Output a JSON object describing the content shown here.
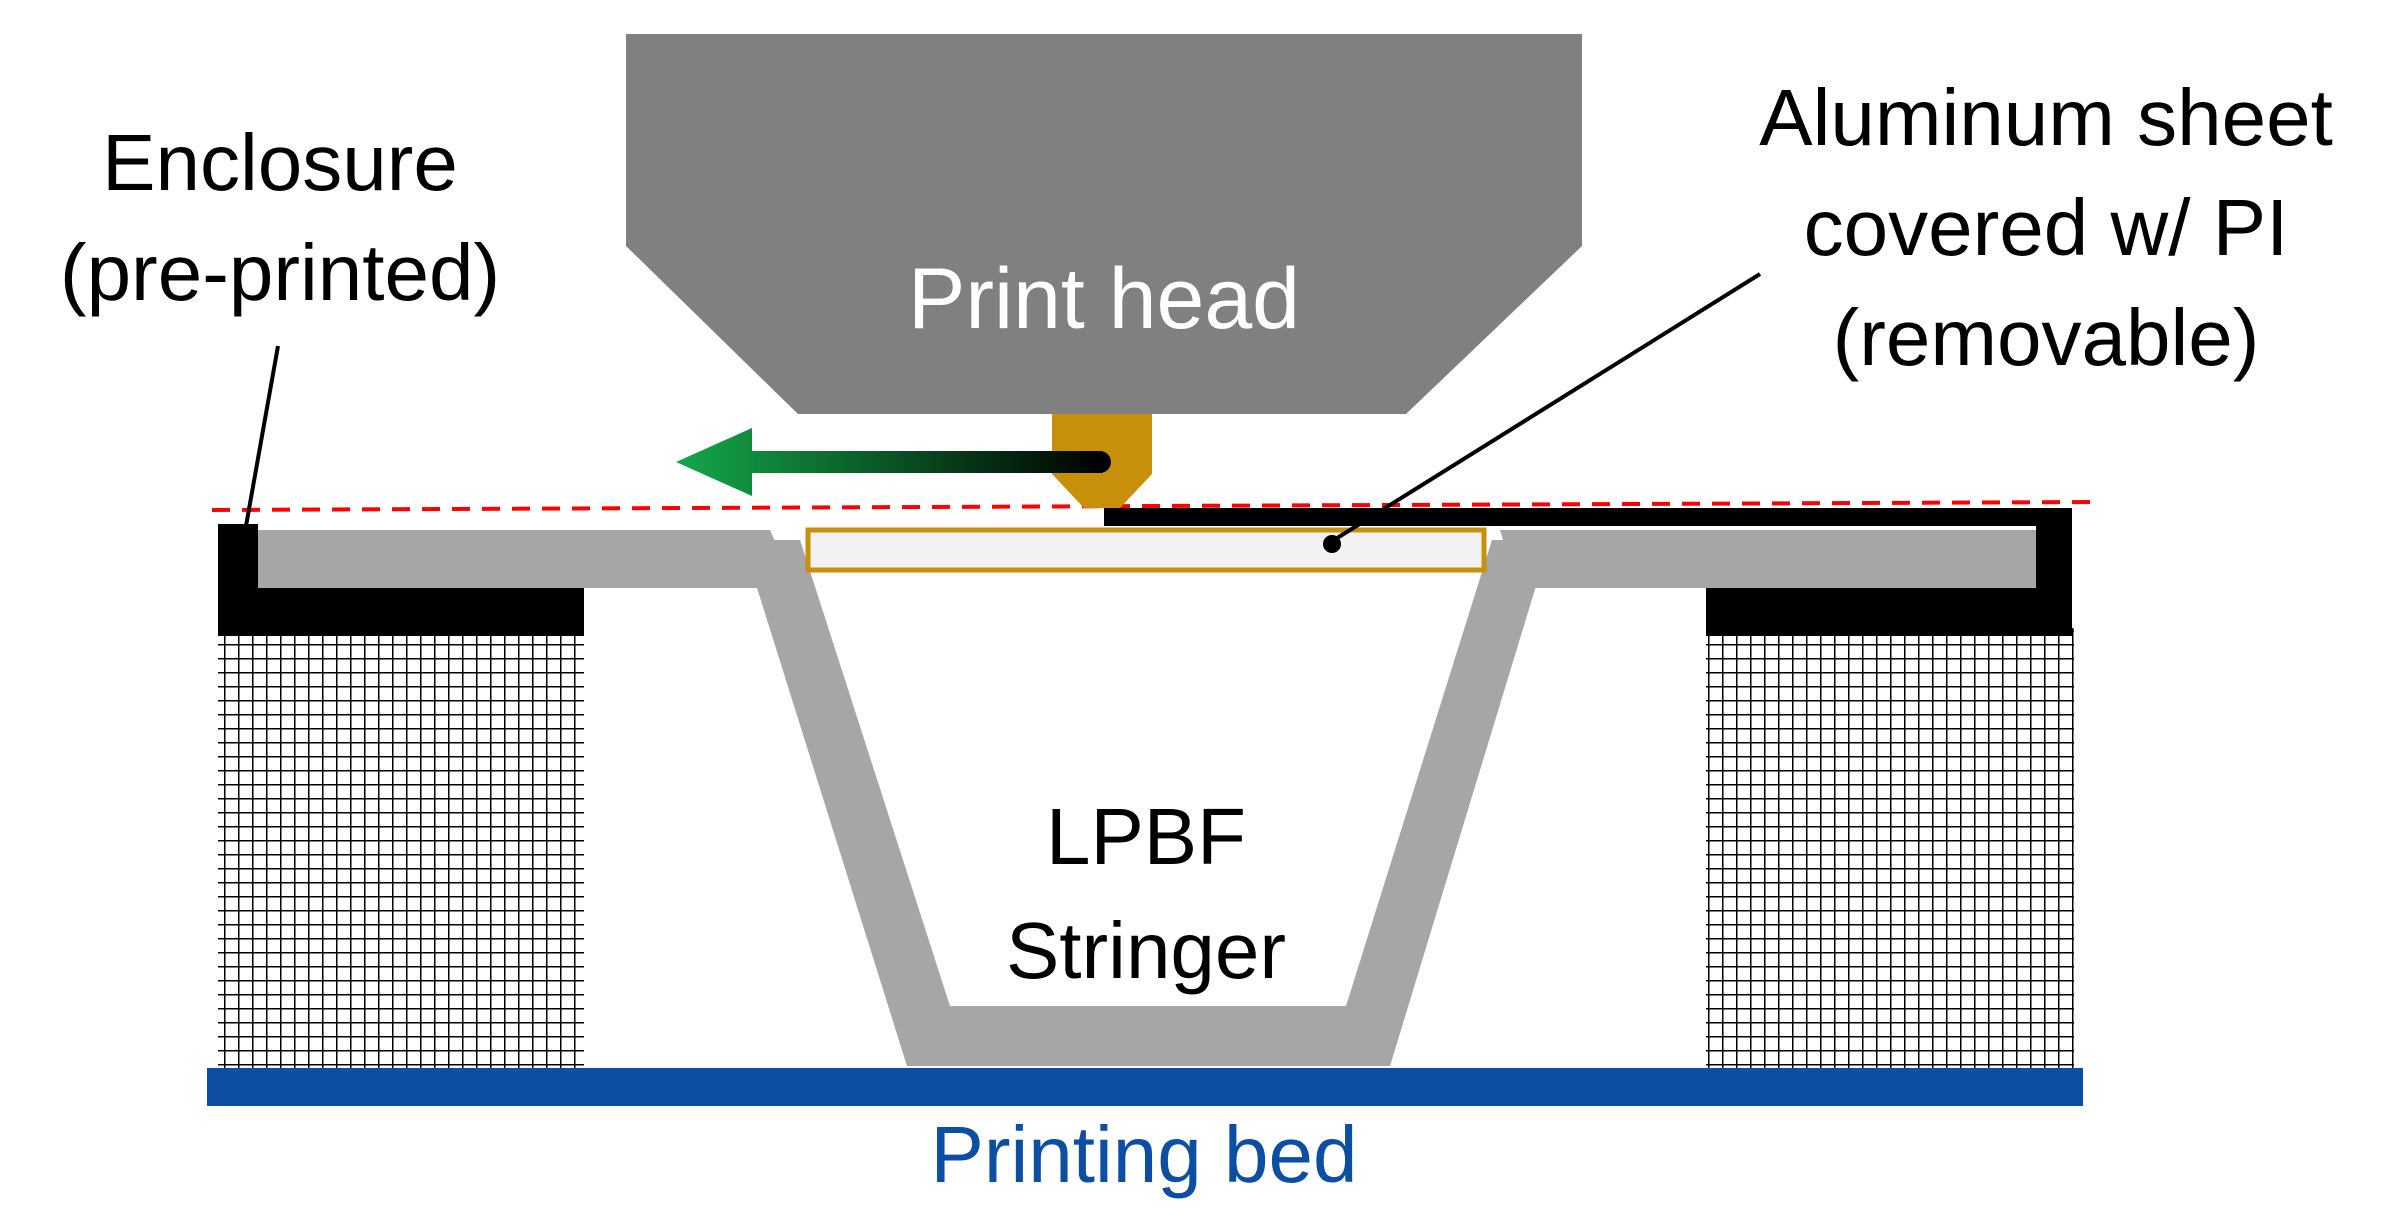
{
  "labels": {
    "print_head": "Print head",
    "enclosure_line1": "Enclosure",
    "enclosure_line2": "(pre-printed)",
    "sheet_line1": "Aluminum sheet",
    "sheet_line2": "covered w/ PI",
    "sheet_line3": "(removable)",
    "stringer_line1": "LPBF",
    "stringer_line2": "Stringer",
    "bed": "Printing bed"
  },
  "colors": {
    "print_head": "#808080",
    "nozzle": "#C8900A",
    "arrow_start": "#000000",
    "arrow_end": "#14A84A",
    "stringer": "#A6A6A6",
    "enclosure": "#000000",
    "sheet_outline": "#C8900A",
    "sheet_fill": "#F2F2F2",
    "layer_line": "#FF0000",
    "bed": "#0B4EA2",
    "print_head_text": "#FFFFFF",
    "bed_text": "#0B4EA2",
    "text": "#000000"
  },
  "icons": {
    "motion_arrow": "arrow-left-icon"
  }
}
